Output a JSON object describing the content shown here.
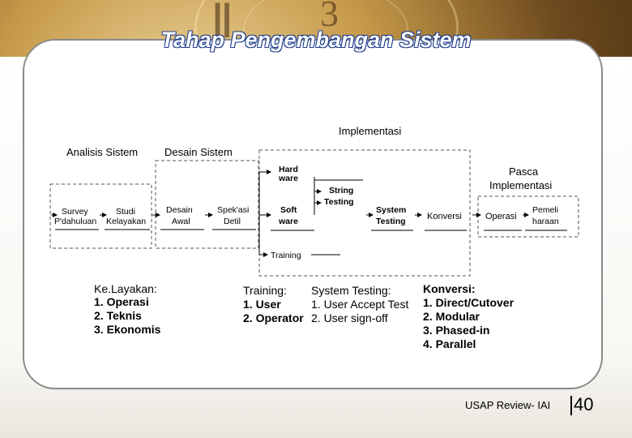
{
  "slide": {
    "title": "Tahap Pengembangan Sistem",
    "footer_text": "USAP Review- IAI",
    "page_number": "40"
  },
  "diagram": {
    "phases": {
      "implementasi": "Implementasi",
      "analisis": "Analisis Sistem",
      "desain": "Desain Sistem",
      "pasca_1": "Pasca",
      "pasca_2": "Implementasi"
    },
    "steps": {
      "survey_1": "Survey",
      "survey_2": "P'dahuluan",
      "studi_1": "Studi",
      "studi_2": "Kelayakan",
      "desain_awal_1": "Desain",
      "desain_awal_2": "Awal",
      "spek_1": "Spek'asi",
      "spek_2": "Detil",
      "hard_1": "Hard",
      "hard_2": "ware",
      "soft_1": "Soft",
      "soft_2": "ware",
      "string_1": "String",
      "string_2": "Testing",
      "systest_1": "System",
      "systest_2": "Testing",
      "training": "Training",
      "konversi": "Konversi",
      "operasi": "Operasi",
      "pemel_1": "Pemeli",
      "pemel_2": "haraan"
    },
    "notes": {
      "kelayakan": [
        "Ke.Layakan:",
        "1. Operasi",
        "2. Teknis",
        "3. Ekonomis"
      ],
      "training": [
        "Training:",
        "1. User",
        "2. Operator"
      ],
      "system_testing": [
        "System Testing:",
        "1. User Accept Test",
        "2. User sign-off"
      ],
      "konversi": [
        "Konversi:",
        "1. Direct/Cutover",
        "2. Modular",
        "3. Phased-in",
        "4. Parallel"
      ]
    }
  }
}
